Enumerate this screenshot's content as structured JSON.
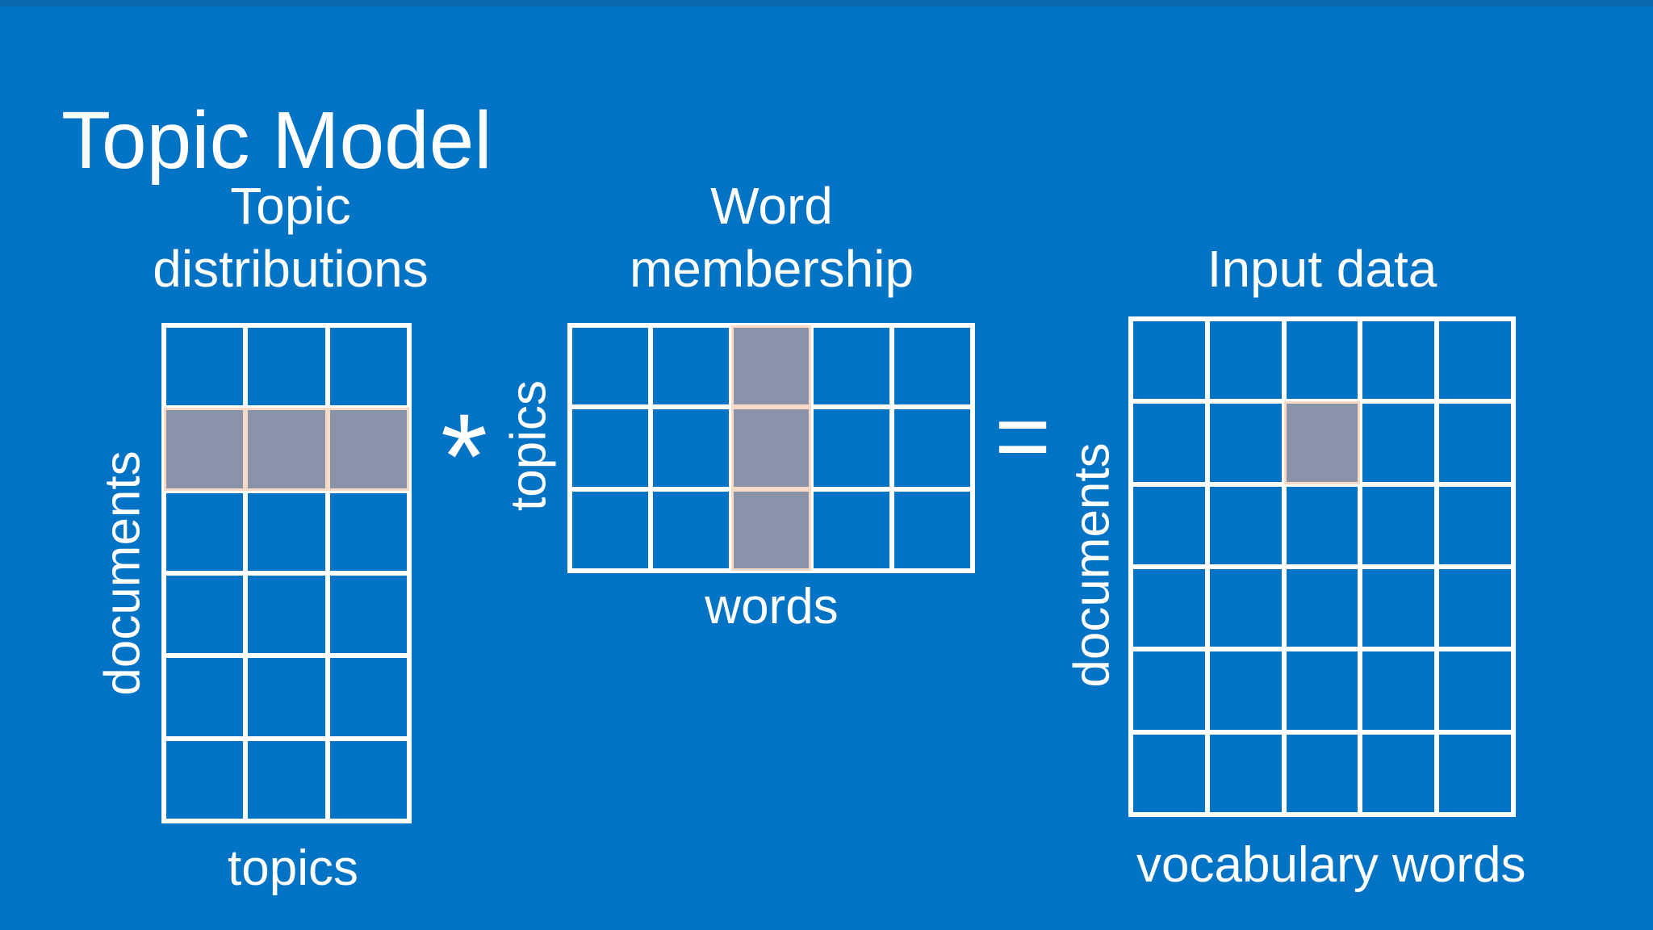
{
  "slide": {
    "title": "Topic Model",
    "operator_multiply": "*",
    "operator_equals": "=",
    "colors": {
      "background": "#0373c5",
      "top_strip": "#0869b0",
      "grid_line": "#ffffff",
      "highlight_fill": "#8a94a9",
      "highlight_border": "#f8dac6",
      "text": "#ffffff"
    }
  },
  "matrices": [
    {
      "id": "topic-distributions",
      "title_lines": [
        "Topic",
        "distributions"
      ],
      "rows": 6,
      "cols": 3,
      "row_label": "documents",
      "col_label": "topics",
      "highlight": {
        "type": "row",
        "index": 2
      }
    },
    {
      "id": "word-membership",
      "title_lines": [
        "Word",
        "membership"
      ],
      "rows": 3,
      "cols": 5,
      "row_label": "topics",
      "col_label": "words",
      "highlight": {
        "type": "column",
        "index": 3
      }
    },
    {
      "id": "input-data",
      "title_lines": [
        "Input data"
      ],
      "rows": 6,
      "cols": 5,
      "row_label": "documents",
      "col_label": "vocabulary words",
      "highlight": {
        "type": "cell",
        "row": 2,
        "col": 3
      }
    }
  ]
}
